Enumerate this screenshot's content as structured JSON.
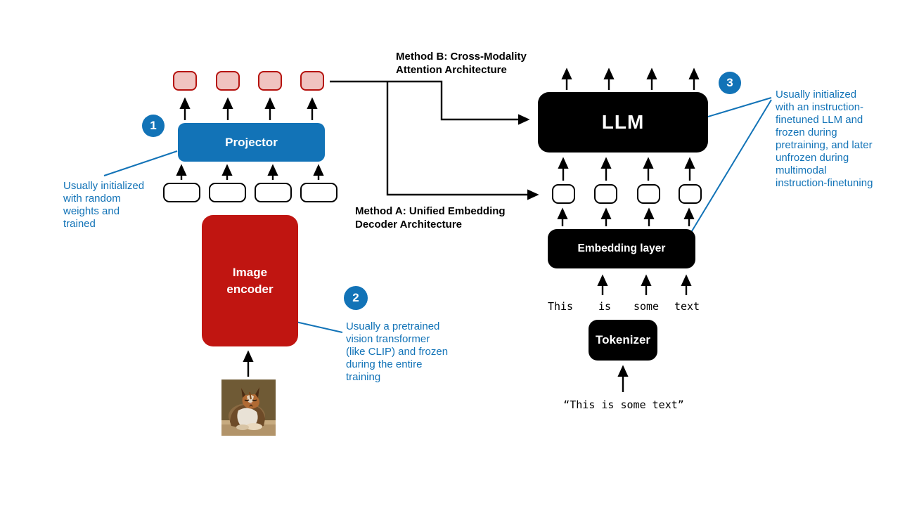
{
  "colors": {
    "blue": "#1273B7",
    "red": "#C01511",
    "pink_fill": "#F0C3C0",
    "pink_border": "#B5120E",
    "black": "#000000"
  },
  "badges": {
    "one": "1",
    "two": "2",
    "three": "3"
  },
  "boxes": {
    "projector": "Projector",
    "image_encoder": "Image\nencoder",
    "llm": "LLM",
    "embedding_layer": "Embedding layer",
    "tokenizer": "Tokenizer"
  },
  "methods": {
    "method_b": "Method B: Cross-Modality\nAttention Architecture",
    "method_a": "Method A: Unified Embedding\nDecoder Architecture"
  },
  "annotations": {
    "projector_note": "Usually initialized\nwith random\nweights and\ntrained",
    "image_encoder_note": "Usually a pretrained\nvision transformer\n(like CLIP) and frozen\nduring the entire\ntraining",
    "llm_note": "Usually initialized\nwith an instruction-\nfinetuned LLM and\nfrozen during\npretraining, and later\nunfrozen during\nmultimodal\ninstruction-finetuning"
  },
  "tokens": {
    "words": [
      "This",
      "is",
      "some",
      "text"
    ]
  },
  "input_text": "“This is some text”"
}
